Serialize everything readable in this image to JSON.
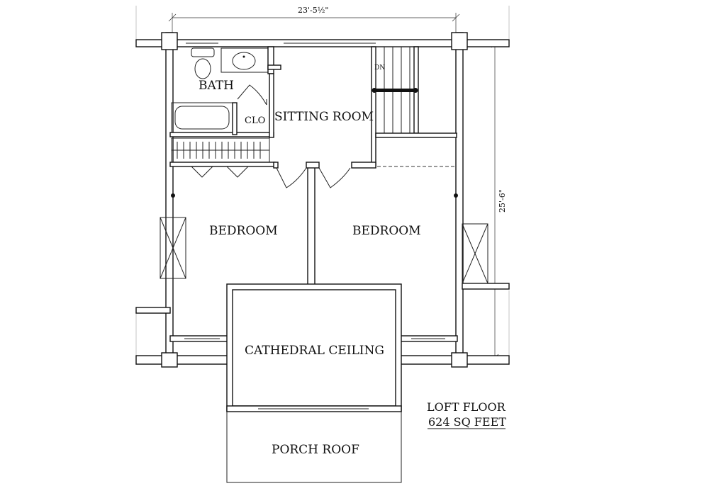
{
  "plan": {
    "rooms": {
      "bath": "BATH",
      "closet": "CLO",
      "sitting_room": "SITTING ROOM",
      "bedroom_left": "BEDROOM",
      "bedroom_right": "BEDROOM",
      "cathedral_ceiling": "CATHEDRAL CEILING",
      "porch_roof": "PORCH ROOF"
    },
    "stair_label": "DN",
    "dimensions": {
      "width": "23'-5½\"",
      "depth": "25'-6\""
    },
    "caption": {
      "line1": "LOFT FLOOR",
      "line2": "624 SQ FEET"
    }
  }
}
